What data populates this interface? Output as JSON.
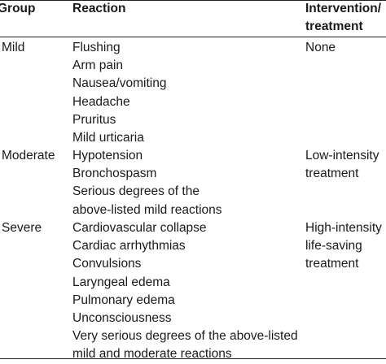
{
  "table": {
    "headers": {
      "group": "Group",
      "reaction": "Reaction",
      "intervention_line1": "Intervention/",
      "intervention_line2": "treatment"
    },
    "rows": [
      {
        "group": "Mild",
        "reactions": [
          "Flushing",
          "Arm pain",
          "Nausea/vomiting",
          "Headache",
          "Pruritus",
          "Mild urticaria"
        ],
        "intervention": [
          "None"
        ]
      },
      {
        "group": "Moderate",
        "reactions": [
          "Hypotension",
          "Bronchospasm",
          "Serious degrees of the",
          "above-listed mild reactions"
        ],
        "intervention": [
          "Low-intensity",
          "treatment"
        ]
      },
      {
        "group": "Severe",
        "reactions": [
          "Cardiovascular collapse",
          "Cardiac arrhythmias",
          "Convulsions",
          "Laryngeal edema",
          "Pulmonary edema",
          "Unconsciousness",
          "Very serious degrees of the above-listed",
          "mild and moderate reactions"
        ],
        "intervention": [
          "High-intensity",
          "life-saving",
          "treatment"
        ]
      }
    ]
  }
}
